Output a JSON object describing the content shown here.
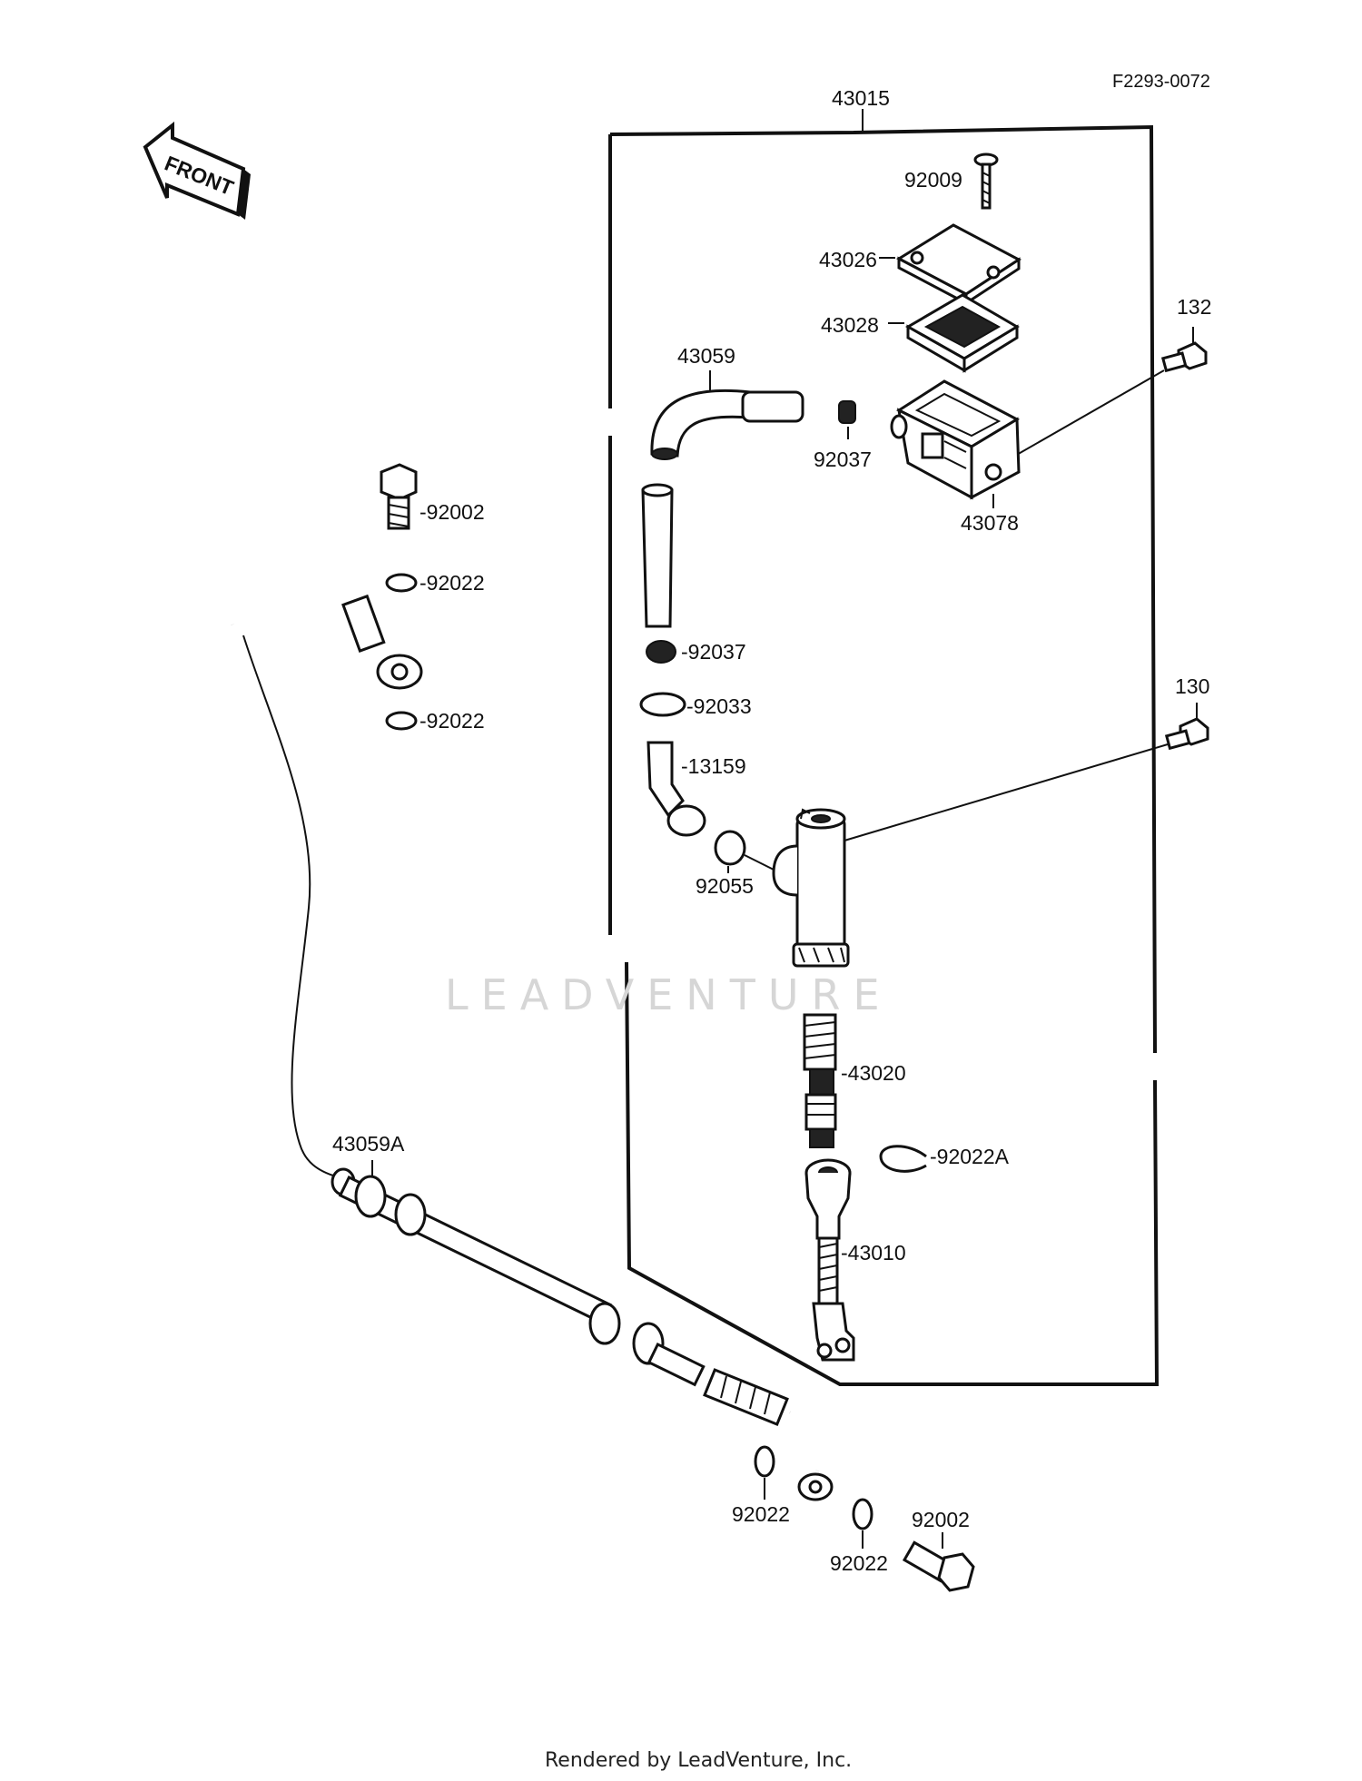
{
  "diagram_code": "F2293-0072",
  "front_label": "FRONT",
  "watermark": "LEADVENTURE",
  "footer": "Rendered by LeadVenture, Inc.",
  "parts": {
    "p43015": "43015",
    "p92009": "92009",
    "p43026": "43026",
    "p43028": "43028",
    "p132": "132",
    "p43059": "43059",
    "p92037a": "92037",
    "p43078": "43078",
    "p92002a": "-92002",
    "p92022a": "-92022",
    "p92022b": "-92022",
    "p92037b": "-92037",
    "p92033": "-92033",
    "p13159": "-13159",
    "p130": "130",
    "p92055": "92055",
    "p43020": "-43020",
    "p92022A": "-92022A",
    "p43010": "-43010",
    "p43059A": "43059A",
    "p92022c": "92022",
    "p92022d": "92022",
    "p92002b": "92002"
  }
}
